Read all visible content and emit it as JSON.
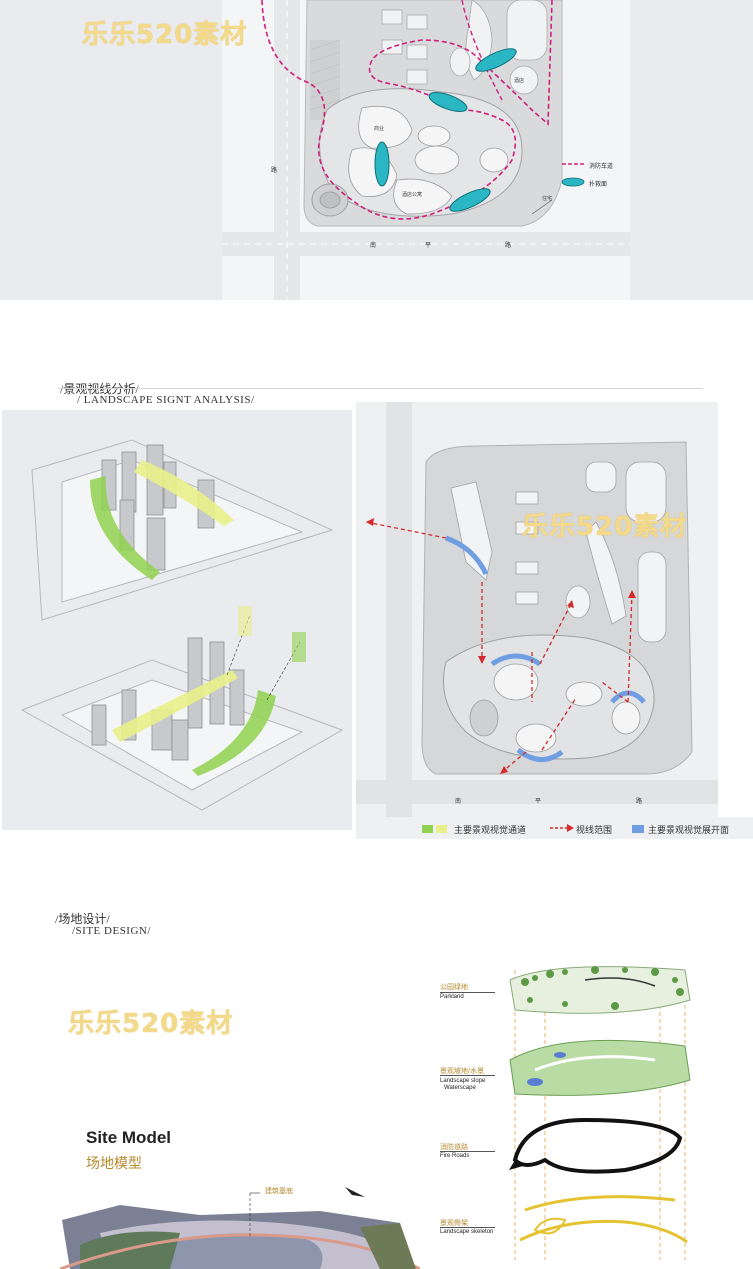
{
  "watermark": "乐乐520素材",
  "section1": {
    "legend": {
      "fire_lane": "消防车道",
      "turnaround": "扑救面"
    },
    "labels": {
      "road_bottom": [
        "南",
        "平",
        "路"
      ],
      "road_left": "路"
    }
  },
  "section2": {
    "heading_cn": "/景观视线分析/",
    "heading_en": "/ LANDSCAPE SIGNT ANALYSIS/",
    "legend": {
      "corridor": "主要景观视觉通道",
      "sightline": "视线范围",
      "vista": "主要景观视觉展开面"
    },
    "colors": {
      "green": "#8fd24f",
      "yellow": "#e9ef8a",
      "red": "#d42a2a",
      "blue": "#6f9ee3"
    },
    "road_bottom": [
      "南",
      "平",
      "路"
    ]
  },
  "section3": {
    "heading_cn": "/场地设计/",
    "heading_en": "/SITE DESIGN/",
    "site_model_en": "Site Model",
    "site_model_cn": "场地模型",
    "building_base": "建筑基底",
    "layers": [
      {
        "cn": "公园绿地",
        "en": "Parkland"
      },
      {
        "cn": "景观坡地/水景",
        "en": "Landscape slope",
        "en2": "Waterscape"
      },
      {
        "cn": "消防道路",
        "en": "Fire Roads"
      },
      {
        "cn": "景观骨架",
        "en": "Landscape skeleton"
      }
    ]
  }
}
